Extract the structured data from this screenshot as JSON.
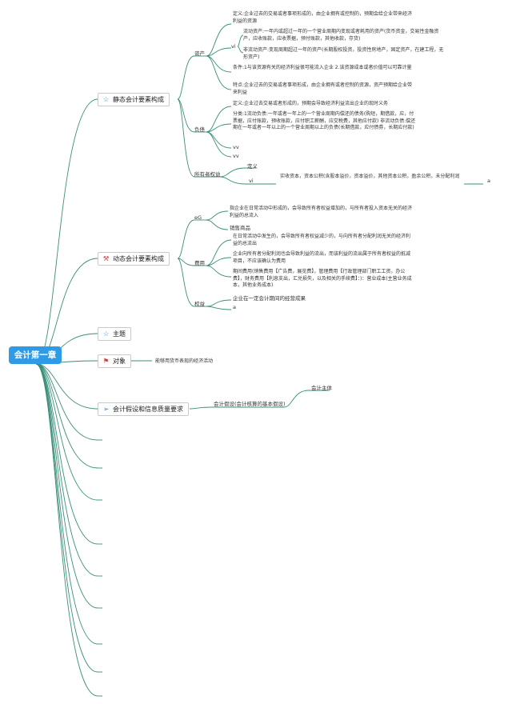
{
  "root": {
    "label": "会计第一章",
    "color": "#2f9be6"
  },
  "line_color": "#3a8f7a",
  "topics": {
    "static": {
      "label": "静态会计要素构成",
      "icon": "star-outline"
    },
    "dynamic": {
      "label": "动态会计要素构成",
      "icon": "tools"
    },
    "subject": {
      "label": "主题",
      "icon": "star-outline"
    },
    "object": {
      "label": "对象",
      "icon": "red-flag",
      "note": "能够用货币表现的经济活动"
    },
    "assumption": {
      "label": "会计假设和信息质量要求",
      "icon": "paper-plane"
    }
  },
  "assets": {
    "label": "资产",
    "definition": "定义:企业过去的交易或者事项形成的，由企业拥有或控制的，预期会给企业带来经济利益的资源",
    "vi": "vi",
    "current": "流动资产:一年内或超过一年的一个营业周期内变现或者耗用的资产(货币资金，交易性金融资产，应收账款，应收票据，预付账款，其他收款，存货)",
    "noncurrent": "非流动资产:变现周期超过一年的资产(长期股权投资，投资性房地产，固定资产，在建工程，无形资产)",
    "conditions": "条件:1与该资源有关的经济利益很可能流入企业 2.该资源成本或者价值可以可靠计量",
    "features": "特点:企业过去的交易或者事项形成，由企业拥有或者控制的资源，资产预期给企业带来利益"
  },
  "liabilities": {
    "label": "负债",
    "definition": "定义:企业过去交易或者形成的，预期会导致经济利益流出企业的现时义务",
    "classification": "分类:1流动负债:一年或者一年上的一个营业周期内偿还的债务(购短，期借款，应，付票据，应付账款，预收账款，应付职工薪酬，应交税费，其他应付款) 非流动负债:偿还期在一年或者一年以上的一个营业周期以上的负债(长期借款，应付债券，长期应付款)",
    "vv1": "vv",
    "vv2": "vv"
  },
  "equity": {
    "label": "所有者权益",
    "definition": "定义",
    "vi": "vi",
    "content": "实收资本，资本公积(含股本溢价，资本溢价，其他资本公积，盈余公积，未分配利润",
    "tail": "a"
  },
  "revenue": {
    "label": "eG",
    "definition": "指企业在日常活动中形成的，会导致所有者权益增加的，与所有者投入资本无关的经济利益的总流入",
    "item": "销售商品"
  },
  "expenses": {
    "label": "费用",
    "definition": "在日常活动中发生的，会导致所有者权益减少的，与向所有者分配利润无关的经济利益的总流出",
    "note": "企业向所有者分配利润也会导致利益的流出，而该利益的流出属于所有者权益的抵减项目，不应该确认为费用",
    "period": "期间费用(销售费用【广告费，展览费】，管理费用【行政管理部门职工工资，办公费】，财务费用【利息支出，汇兑损失，以及相关的手续费】：)：营业成本(主营业务成本，其他业务成本)"
  },
  "profit": {
    "label": "权益",
    "definition": "企业在一定会计期间的经营成果",
    "tail": "a"
  },
  "assumption_branch": {
    "label": "会计假设(会计核算的基本假设)",
    "child": "会计主体"
  }
}
